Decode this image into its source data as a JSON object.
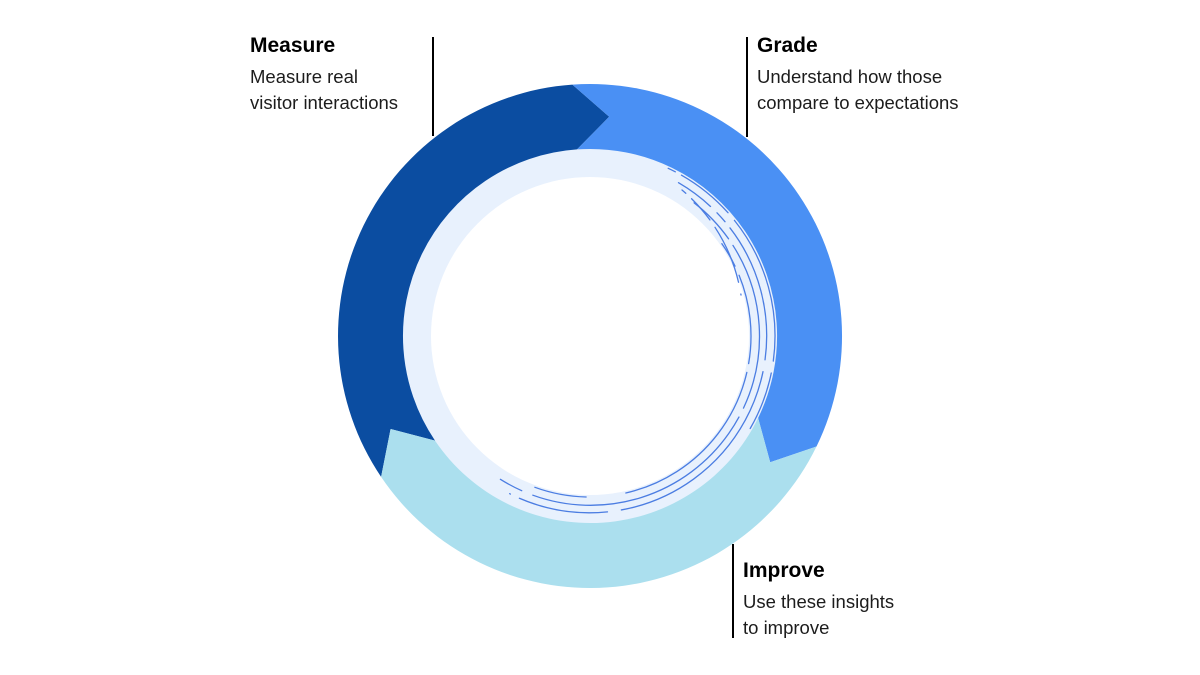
{
  "diagram": {
    "name": "measure-grade-improve-cycle",
    "labels": {
      "measure": {
        "title": "Measure",
        "line1": "Measure real",
        "line2": "visitor interactions"
      },
      "grade": {
        "title": "Grade",
        "line1": "Understand how those",
        "line2": "compare to expectations"
      },
      "improve": {
        "title": "Improve",
        "line1": "Use these insights",
        "line2": "to improve"
      }
    },
    "colors": {
      "measure_segment": "#0b4da1",
      "grade_segment": "#4a90f4",
      "improve_segment": "#abdfee",
      "inner_ring": "#e8f1fd",
      "center": "#ffffff",
      "swirl_stroke": "#4b7de2",
      "connector_line": "#000000",
      "title_text": "#000000",
      "desc_text": "#1c1c1c",
      "background": "#ffffff"
    }
  }
}
